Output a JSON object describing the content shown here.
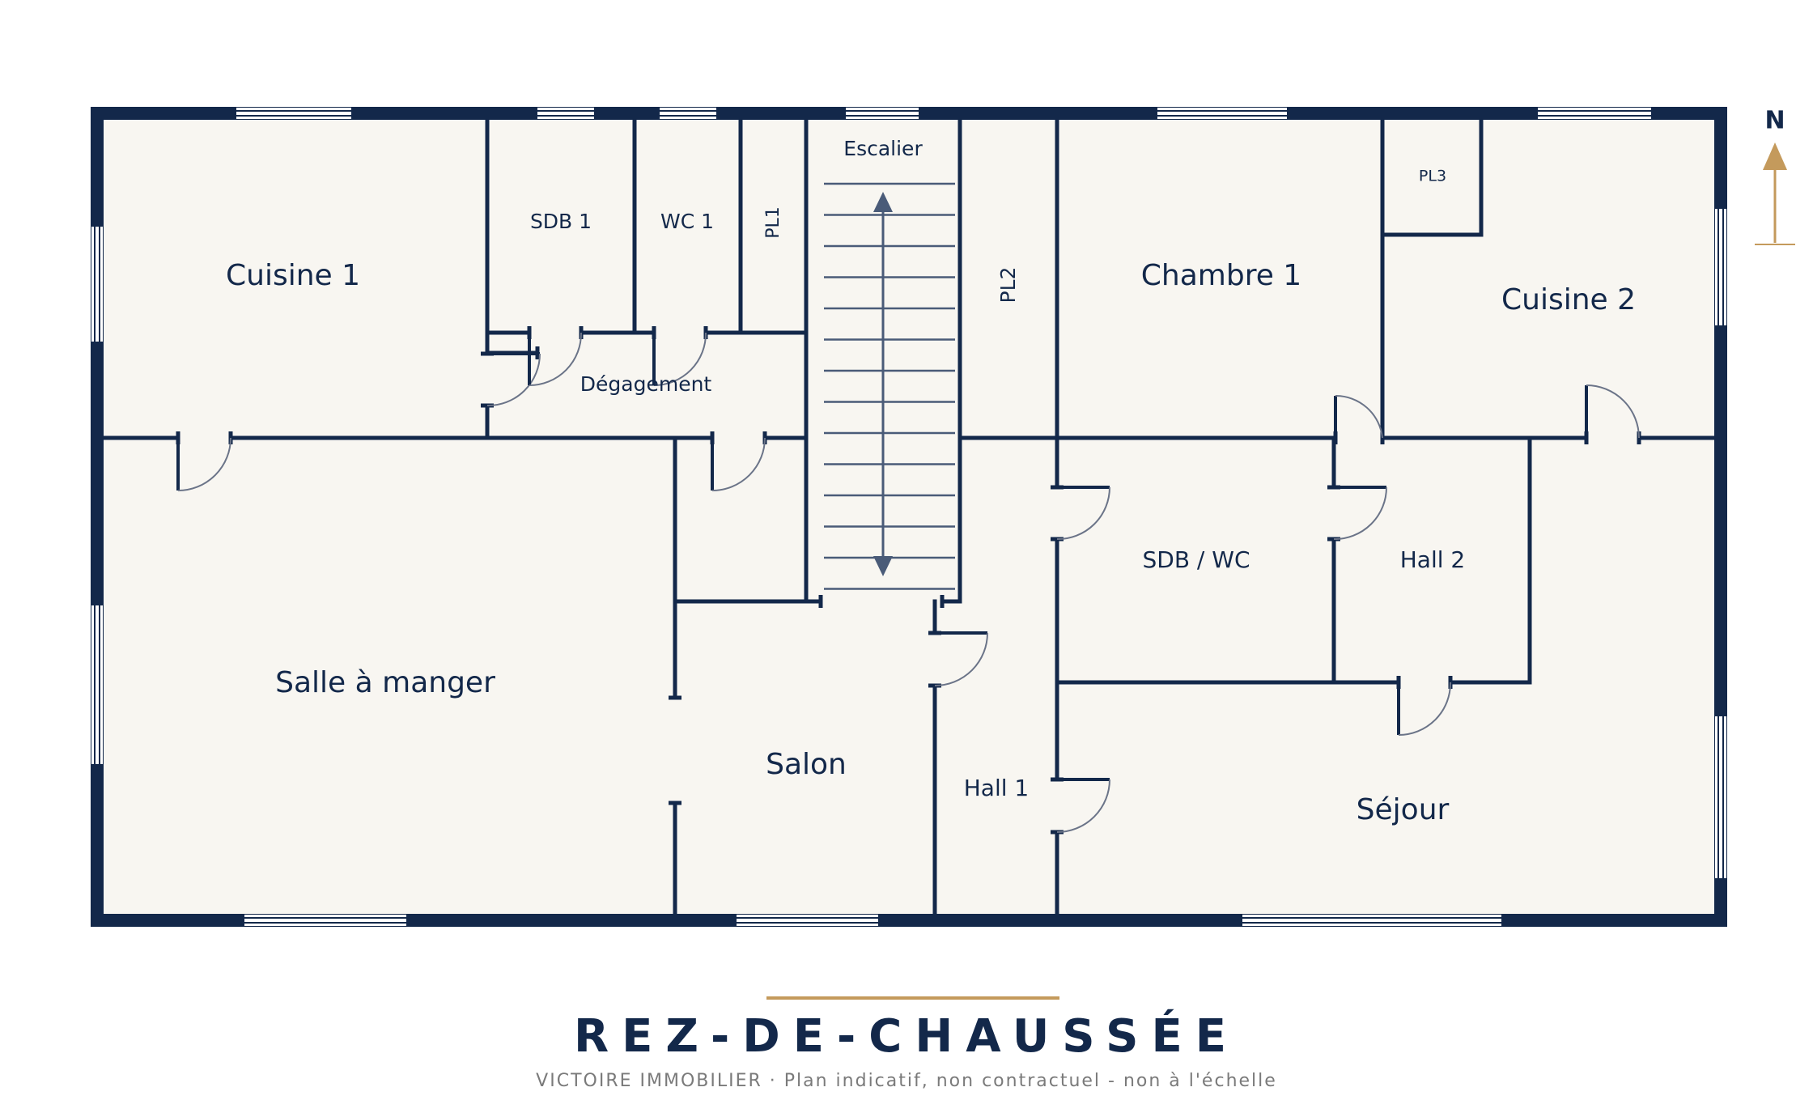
{
  "colors": {
    "ink": "#13284a",
    "floor": "#f8f6f1",
    "accent": "#c49a5c",
    "door_swing": "#6b7488",
    "stair": "#4a5b78",
    "subtitle": "#7a7a7a"
  },
  "rooms": {
    "cuisine1": "Cuisine 1",
    "sdb1": "SDB 1",
    "wc1": "WC 1",
    "pl1": "PL1",
    "escalier": "Escalier",
    "pl2": "PL2",
    "chambre1": "Chambre 1",
    "pl3": "PL3",
    "cuisine2": "Cuisine 2",
    "degagement": "Dégagement",
    "salle_a_manger": "Salle à manger",
    "salon": "Salon",
    "hall1": "Hall 1",
    "sdb_wc": "SDB / WC",
    "hall2": "Hall 2",
    "sejour": "Séjour"
  },
  "compass": {
    "label": "N",
    "icon": "north-arrow-icon"
  },
  "footer": {
    "title": "REZ-DE-CHAUSSÉE",
    "subtitle": "VICTOIRE IMMOBILIER · Plan indicatif, non contractuel - non à l'échelle"
  }
}
